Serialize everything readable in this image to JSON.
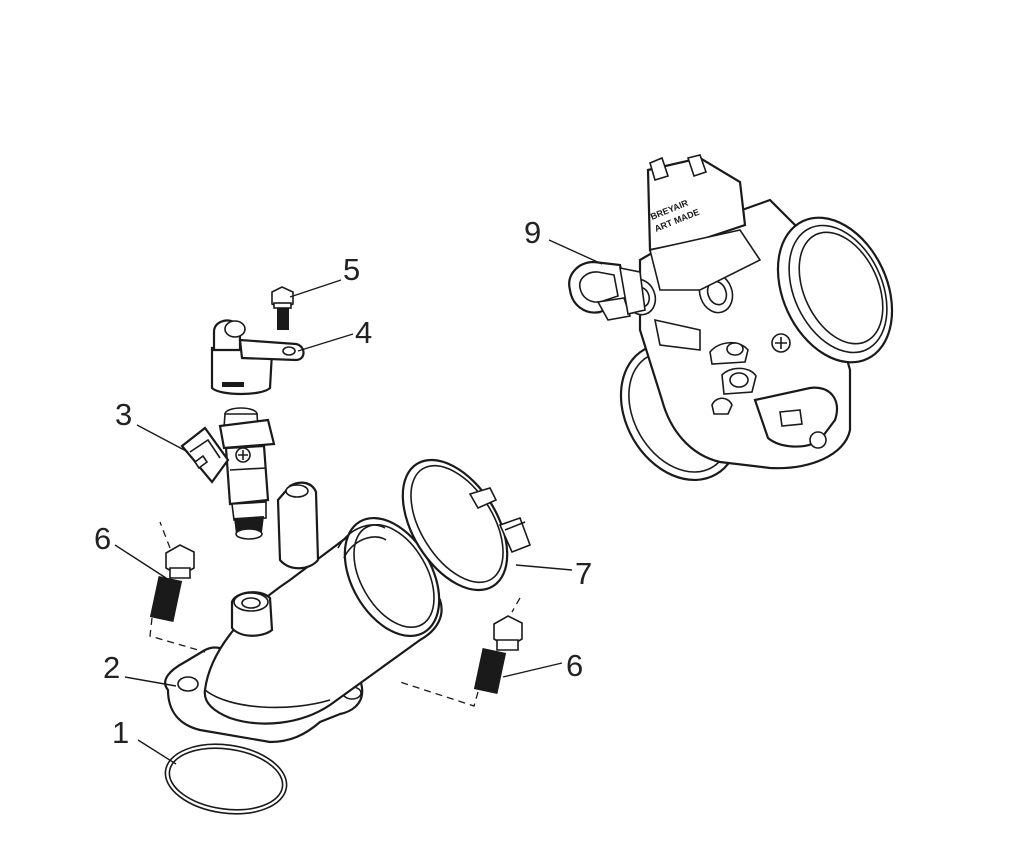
{
  "callouts": [
    {
      "id": "c1",
      "label": "1"
    },
    {
      "id": "c2",
      "label": "2"
    },
    {
      "id": "c3",
      "label": "3"
    },
    {
      "id": "c4",
      "label": "4"
    },
    {
      "id": "c5",
      "label": "5"
    },
    {
      "id": "c6a",
      "label": "6"
    },
    {
      "id": "c6b",
      "label": "6"
    },
    {
      "id": "c7",
      "label": "7"
    },
    {
      "id": "c9",
      "label": "9"
    }
  ],
  "throttle_body_marking": {
    "line1": "BREYAIR",
    "line2": "ART MADE"
  },
  "colors": {
    "line": "#1a1a1a",
    "background": "#ffffff",
    "callout_text": "#222222"
  }
}
